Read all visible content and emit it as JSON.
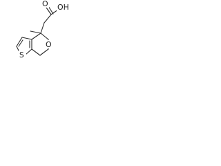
{
  "molecule": {
    "atoms": {
      "hydroxyl": "OH",
      "carbonyl_oxygen": "O",
      "ring_oxygen": "O",
      "sulfur": "S"
    },
    "colors": {
      "bond": "#2a2a2a",
      "label": "#1a1a1a",
      "background": "#ffffff"
    }
  }
}
